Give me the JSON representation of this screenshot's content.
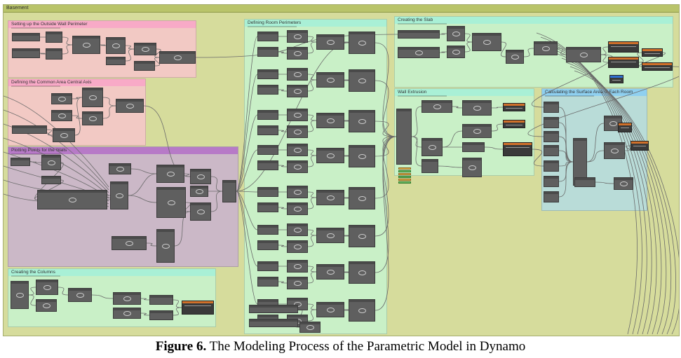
{
  "workspace": {
    "title": "Basement"
  },
  "groups": [
    {
      "id": "outside-wall",
      "title": "Setting up the Outside Wall Perimeter",
      "color": "#f2c9c4",
      "header": "#f8aac7"
    },
    {
      "id": "common-area",
      "title": "Defining the Common Area Central Axis",
      "color": "#f2c9c4",
      "header": "#f8aac7"
    },
    {
      "id": "points-walls",
      "title": "Plotting Points for the Walls",
      "color": "#cbb8c7",
      "header": "#b77ac7"
    },
    {
      "id": "columns",
      "title": "Creating the Columns",
      "color": "#c9f0c7",
      "header": "#a9f0d6"
    },
    {
      "id": "room-perimeters",
      "title": "Defining Room Perimeters",
      "color": "#c9f0c7",
      "header": "#a9f0d6"
    },
    {
      "id": "slab",
      "title": "Creating the Slab",
      "color": "#c9f0c7",
      "header": "#a9f0d6"
    },
    {
      "id": "wall-extrusion",
      "title": "Wall Extrusion",
      "color": "#c9f0c7",
      "header": "#a9f0d6"
    },
    {
      "id": "surface-area",
      "title": "Calculating the Surface Area of Each Room",
      "color": "#b9dcd8",
      "header": "#8fd0f0"
    }
  ],
  "caption": {
    "label": "Figure 6.",
    "text": " The Modeling Process of the Parametric Model in Dynamo"
  },
  "colors": {
    "canvas": "#d6dc9c",
    "node": "#5f5f5f",
    "wire": "#6a6a6a",
    "watch_orange": "#d0702a",
    "watch_blue": "#2f6fd1"
  }
}
